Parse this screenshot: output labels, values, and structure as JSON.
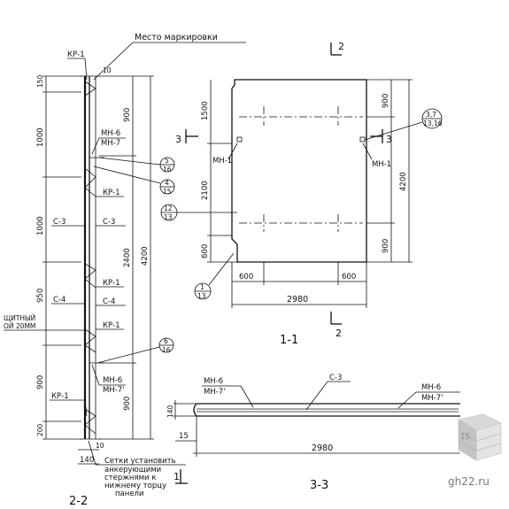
{
  "title_marking": "Место маркировки",
  "labels": {
    "kr1": "КР-1",
    "mn6": "МН-6",
    "mn7": "МН-7",
    "mn7p": "МН-7'",
    "mn1": "МН-1",
    "c3": "С-3",
    "c4": "С-4",
    "shield": "ЩИТНЫЙ",
    "shield2": "ОЙ 20ММ",
    "note1": "Сетки установить",
    "note2": "анкерующими",
    "note3": "стержнями к",
    "note4": "нижнему торцу",
    "note5": "панели"
  },
  "dims": {
    "d10": "10",
    "d150": "150",
    "d1000a": "1000",
    "d1000b": "1000",
    "d950": "950",
    "d900a": "900",
    "d900b": "900",
    "d900c": "900",
    "d200": "200",
    "d2400": "2400",
    "d4200a": "4200",
    "d4200b": "4200",
    "d1500": "1500",
    "d2100": "2100",
    "d600a": "600",
    "d600b": "600",
    "d600c": "600",
    "d900r1": "900",
    "d900r2": "900",
    "d2980a": "2980",
    "d2980b": "2980",
    "d140a": "140",
    "d140b": "140",
    "d15a": "15",
    "d10b": "10"
  },
  "callouts": {
    "c1_top": "5",
    "c1_bot": "16",
    "c2_top": "4",
    "c2_bot": "15",
    "c3_top": "12",
    "c3_bot": "13",
    "c4_top": "1",
    "c4_bot": "13",
    "c5_top": "3,7",
    "c5_bot": "13,16",
    "c6_top": "6",
    "c6_bot": "16"
  },
  "sections": {
    "s11": "1-1",
    "s22": "2-2",
    "s33": "3-3",
    "mark2a": "2",
    "mark2b": "2",
    "mark3a": "3",
    "mark3b": "3",
    "mark1": "1"
  },
  "logo": {
    "badge": "15",
    "text": "gh22.ru"
  }
}
